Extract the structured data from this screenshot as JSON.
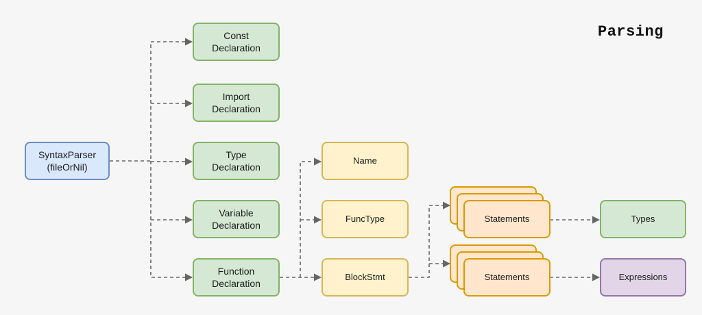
{
  "title": "Parsing",
  "nodes": {
    "syntax_parser": "SyntaxParser\n(fileOrNil)",
    "const_decl": "Const\nDeclaration",
    "import_decl": "Import\nDeclaration",
    "type_decl": "Type\nDeclaration",
    "variable_decl": "Variable\nDeclaration",
    "function_decl": "Function\nDeclaration",
    "name": "Name",
    "func_type": "FuncType",
    "block_stmt": "BlockStmt",
    "statements_1": "Statements",
    "statements_2": "Statements",
    "types": "Types",
    "expressions": "Expressions"
  },
  "colors": {
    "blue_fill": "#dae8fc",
    "blue_stroke": "#6c8ebf",
    "green_fill": "#d5e8d4",
    "green_stroke": "#82b366",
    "yellow_fill": "#fff2cc",
    "yellow_stroke": "#d6b656",
    "orange_fill": "#ffe6cc",
    "orange_stroke": "#d79b00",
    "purple_fill": "#e1d5e7",
    "purple_stroke": "#9673a6",
    "edge": "#666666"
  },
  "edges": [
    {
      "from": "syntax_parser",
      "to": "const_decl",
      "style": "dashed"
    },
    {
      "from": "syntax_parser",
      "to": "import_decl",
      "style": "dashed"
    },
    {
      "from": "syntax_parser",
      "to": "type_decl",
      "style": "dashed"
    },
    {
      "from": "syntax_parser",
      "to": "variable_decl",
      "style": "dashed"
    },
    {
      "from": "syntax_parser",
      "to": "function_decl",
      "style": "dashed"
    },
    {
      "from": "function_decl",
      "to": "name",
      "style": "dashed"
    },
    {
      "from": "function_decl",
      "to": "func_type",
      "style": "dashed"
    },
    {
      "from": "function_decl",
      "to": "block_stmt",
      "style": "dashed"
    },
    {
      "from": "block_stmt",
      "to": "statements_1",
      "style": "dashed"
    },
    {
      "from": "block_stmt",
      "to": "statements_2",
      "style": "dashed"
    },
    {
      "from": "statements_1",
      "to": "types",
      "style": "dashed"
    },
    {
      "from": "statements_2",
      "to": "expressions",
      "style": "dashed"
    }
  ]
}
